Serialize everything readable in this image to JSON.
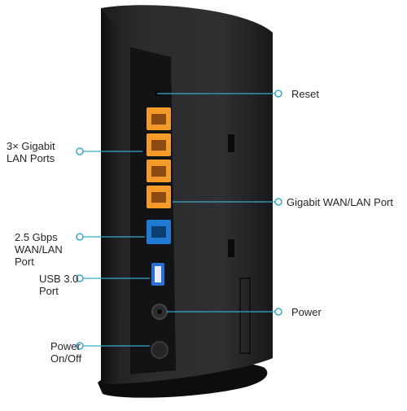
{
  "callouts": {
    "reset": "Reset",
    "lan_ports": "3× Gigabit\nLAN Ports",
    "wan_lan_port": "Gigabit WAN/LAN Port",
    "wan_25": "2.5 Gbps\nWAN/LAN\nPort",
    "usb": "USB 3.0\nPort",
    "power": "Power",
    "power_onoff": "Power\nOn/Off"
  },
  "colors": {
    "body": "#2b2c2e",
    "panel": "#141516",
    "lan_port": "#f39a2b",
    "wan_port": "#1f7bd1",
    "usb_port": "#2a6fd6",
    "callout_line": "#39a9c9"
  },
  "icons": {
    "callout_marker": "circle-dot"
  }
}
